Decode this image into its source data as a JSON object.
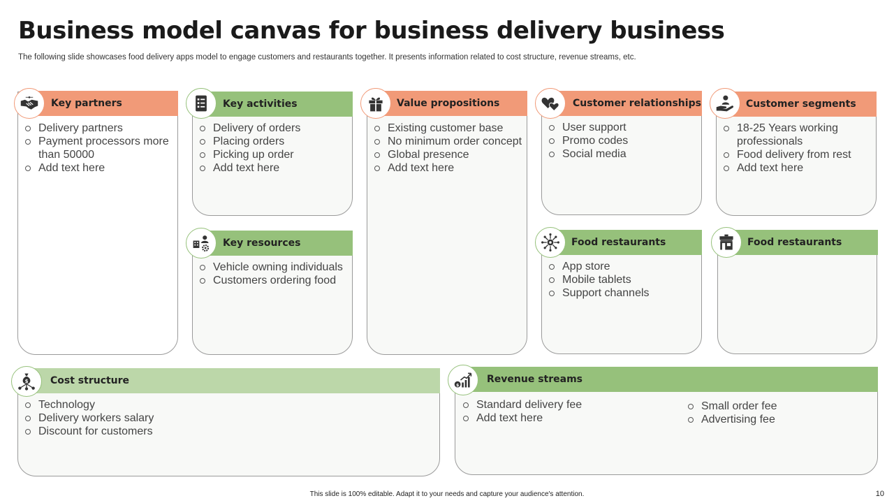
{
  "title": "Business model canvas for business delivery business",
  "subtitle": "The following slide showcases food delivery apps model to engage customers and restaurants together. It presents information related to cost structure, revenue streams, etc.",
  "sections": {
    "key_partners": {
      "title": "Key partners",
      "icon": "handshake-icon",
      "items": [
        "Delivery partners",
        "Payment processors more than 50000",
        "Add text here"
      ]
    },
    "key_activities": {
      "title": "Key activities",
      "icon": "checklist-icon",
      "items": [
        "Delivery of orders",
        "Placing orders",
        "Picking up order",
        "Add text here"
      ]
    },
    "value_propositions": {
      "title": "Value propositions",
      "icon": "gift-icon",
      "items": [
        "Existing customer base",
        "No minimum order concept",
        "Global presence",
        "Add text here"
      ]
    },
    "customer_relationships": {
      "title": "Customer relationships",
      "icon": "hearts-icon",
      "items": [
        "User support",
        "Promo codes",
        "Social media"
      ]
    },
    "customer_segments": {
      "title": "Customer segments",
      "icon": "customer-hand-icon",
      "items": [
        "18-25 Years working professionals",
        "Food delivery from rest",
        "Add text here"
      ]
    },
    "key_resources": {
      "title": "Key resources",
      "icon": "resources-icon",
      "items": [
        "Vehicle owning individuals",
        "Customers ordering food"
      ]
    },
    "food_restaurants_channels": {
      "title": "Food restaurants",
      "icon": "network-icon",
      "items": [
        "App store",
        "Mobile tablets",
        "Support channels"
      ]
    },
    "food_restaurants_2": {
      "title": "Food restaurants",
      "icon": "storefront-icon",
      "items": []
    },
    "cost_structure": {
      "title": "Cost structure",
      "icon": "money-bag-icon",
      "items": [
        "Technology",
        "Delivery workers salary",
        "Discount for customers"
      ]
    },
    "revenue_streams": {
      "title": "Revenue streams",
      "icon": "revenue-growth-icon",
      "items_left": [
        "Standard delivery fee",
        "Add text here"
      ],
      "items_right": [
        "Small order fee",
        "Advertising fee"
      ]
    }
  },
  "colors": {
    "orange": "#f19a78",
    "green": "#96c17b",
    "light_green": "#bcd7a9"
  },
  "footer": "This slide is 100% editable. Adapt it to your needs and capture your audience's attention.",
  "page_number": "10"
}
